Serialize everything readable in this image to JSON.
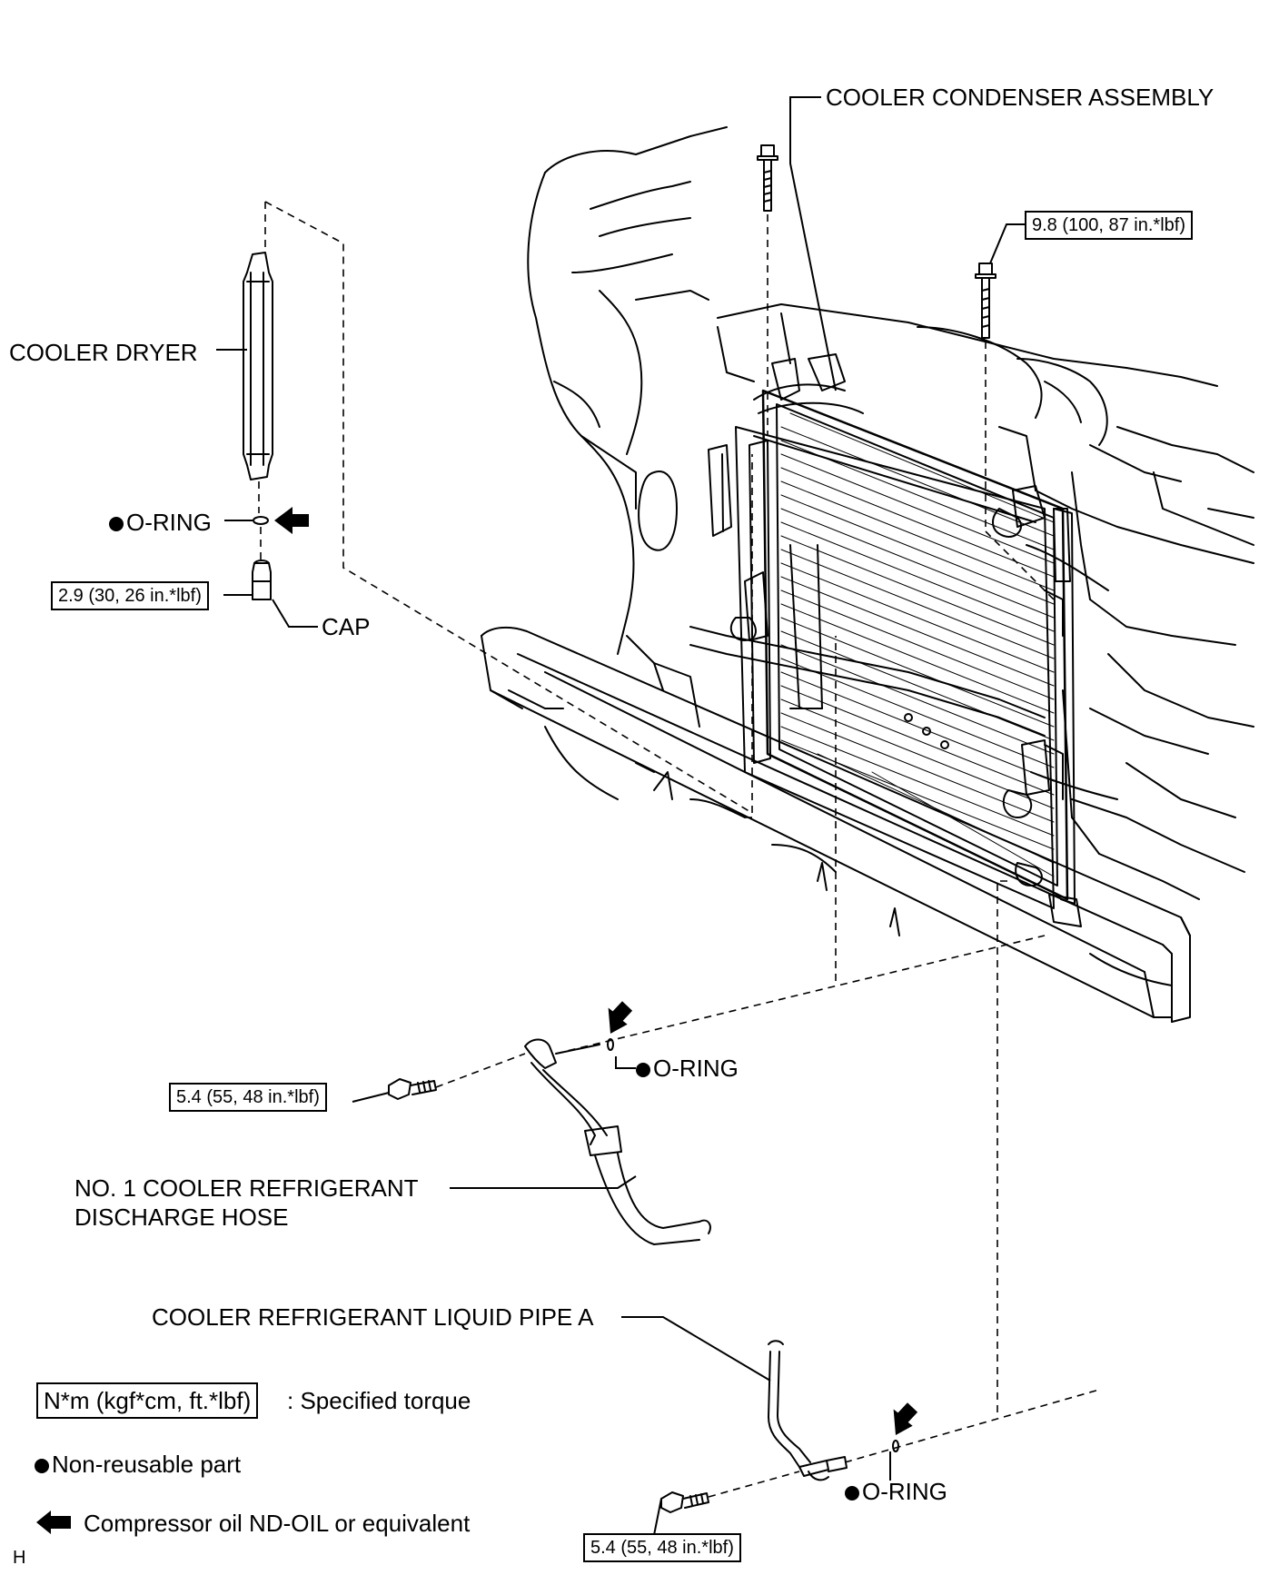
{
  "labels": {
    "condenser": "COOLER CONDENSER ASSEMBLY",
    "dryer": "COOLER DRYER",
    "oring": "O-RING",
    "cap": "CAP",
    "discharge_hose_line1": "NO. 1 COOLER REFRIGERANT",
    "discharge_hose_line2": "DISCHARGE HOSE",
    "liquid_pipe": "COOLER REFRIGERANT LIQUID PIPE A",
    "figure_code": "H"
  },
  "torques": {
    "condenser_bolt": "9.8 (100, 87 in.*lbf)",
    "cap": "2.9 (30, 26 in.*lbf)",
    "discharge_hose_bolt": "5.4 (55, 48 in.*lbf)",
    "liquid_pipe_bolt": "5.4 (55, 48 in.*lbf)"
  },
  "legend": {
    "torque_unit": "N*m (kgf*cm, ft.*lbf)",
    "torque_desc": ": Specified torque",
    "nonreusable": "Non-reusable part",
    "oil": "Compressor oil ND-OIL or equivalent"
  },
  "icons": {
    "dot": "filled-circle-icon",
    "oil_arrow": "oil-arrow-icon"
  }
}
